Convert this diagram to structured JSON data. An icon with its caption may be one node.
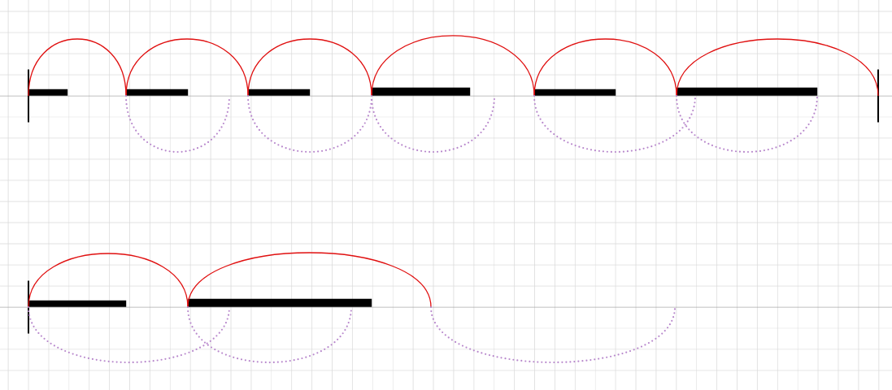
{
  "diagram": {
    "nodes": [
      {
        "text": [],
        "shape": "line"
      },
      {
        "text": [],
        "shape": "bar"
      },
      {
        "text": [],
        "shape": "bar"
      },
      {
        "text": [],
        "shape": "bar"
      },
      {
        "text": [],
        "shape": "bar"
      },
      {
        "text": [],
        "shape": "bar"
      },
      {
        "text": [],
        "shape": "bar"
      },
      {
        "text": [],
        "shape": "line"
      },
      {
        "text": [],
        "shape": "line"
      },
      {
        "text": [],
        "shape": "bar"
      },
      {
        "text": [],
        "shape": "bar"
      }
    ],
    "edges": [
      {
        "from": 1,
        "to": 2,
        "arrow": "none"
      },
      {
        "from": 2,
        "to": 3,
        "arrow": "none"
      },
      {
        "from": 3,
        "to": 4,
        "arrow": "none"
      },
      {
        "from": 4,
        "to": 5,
        "arrow": "none"
      },
      {
        "from": 5,
        "to": 6,
        "arrow": "none"
      },
      {
        "from": 6,
        "to": 7,
        "arrow": "none"
      },
      {
        "from": 9,
        "to": 10,
        "arrow": "none"
      },
      {
        "from": 10,
        "to": null,
        "arrow": "none"
      },
      {
        "from": 2,
        "to": null,
        "arrow": "none",
        "style": "dashed",
        "color": "#b888cc"
      },
      {
        "from": 3,
        "to": 4,
        "arrow": "none",
        "style": "dashed",
        "color": "#b888cc"
      },
      {
        "from": 4,
        "to": null,
        "arrow": "none",
        "style": "dashed",
        "color": "#b888cc"
      },
      {
        "from": 5,
        "to": 6,
        "arrow": "none",
        "style": "dashed",
        "color": "#b888cc"
      },
      {
        "from": 6,
        "to": null,
        "arrow": "none",
        "style": "dashed",
        "color": "#b888cc"
      },
      {
        "from": 9,
        "to": 10,
        "arrow": "none",
        "style": "dashed",
        "color": "#b888cc"
      },
      {
        "from": 10,
        "to": null,
        "arrow": "none",
        "style": "dashed",
        "color": "#b888cc"
      }
    ]
  }
}
